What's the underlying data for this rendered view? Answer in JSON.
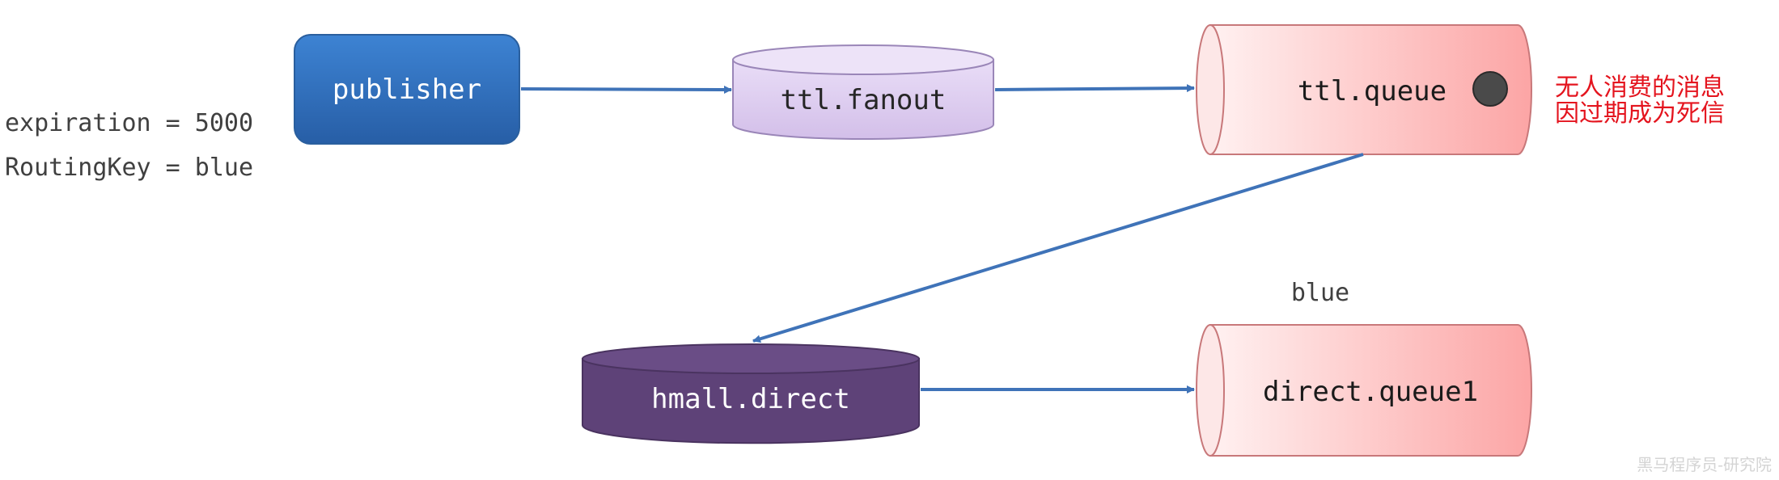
{
  "message": {
    "expiration_line": "expiration = 5000",
    "routing_key_line": "RoutingKey = blue"
  },
  "nodes": {
    "publisher": "publisher",
    "ttl_exchange": "ttl.fanout",
    "ttl_queue": "ttl.queue",
    "dead_letter_exchange": "hmall.direct",
    "direct_queue": "direct.queue1"
  },
  "annotations": {
    "dead_letter_note_line1": "无人消费的消息",
    "dead_letter_note_line2": "因过期成为死信",
    "binding_key": "blue"
  },
  "watermark": "黑马程序员-研究院",
  "colors": {
    "publisher": "#3273c4",
    "fanout_exchange": "#dcc8f0",
    "direct_exchange": "#5e4278",
    "queue": "#ffc8c8",
    "arrow": "#3f73b8",
    "note_text": "#e4141e"
  }
}
